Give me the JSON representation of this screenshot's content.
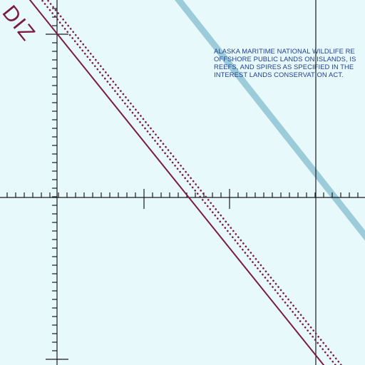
{
  "map": {
    "colors": {
      "water": "#e8f9fb",
      "adiz_boundary": "#7a1b45",
      "refuge_boundary": "#9ccbd9",
      "graticule": "#1a1a1a",
      "note_text": "#1f3f8f"
    },
    "adiz_label": "DIZ",
    "refuge_note": {
      "lines": [
        "ALASKA MARITIME NATIONAL WILDLIFE RE",
        "OFFSHORE PUBLIC LANDS ON ISLANDS, IS",
        "REEFS, AND SPIRES AS SPECIFIED IN THE",
        "INTEREST LANDS CONSERVATION ACT."
      ]
    }
  }
}
